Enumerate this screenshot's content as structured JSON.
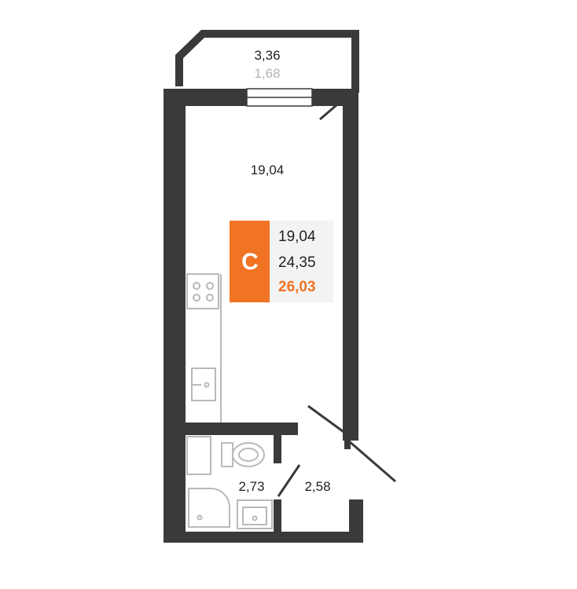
{
  "colors": {
    "wall": "#3a3a3a",
    "accent": "#f07424",
    "muted": "#b5b5b5",
    "text": "#222222",
    "fixture": "#b9b9b9",
    "info_bg": "#f3f3f3"
  },
  "balcony": {
    "area": "3,36",
    "area_reduced": "1,68"
  },
  "living_room": {
    "area": "19,04"
  },
  "bathroom": {
    "area": "2,73"
  },
  "hallway": {
    "area": "2,58"
  },
  "info_card": {
    "badge": "С",
    "living_area": "19,04",
    "total_area": "24,35",
    "total_with_balcony": "26,03"
  },
  "icons": {
    "stove": "stove-icon",
    "sink": "kitchen-sink-icon",
    "toilet": "toilet-icon",
    "shower": "shower-tray-icon",
    "washbasin": "washbasin-icon"
  }
}
